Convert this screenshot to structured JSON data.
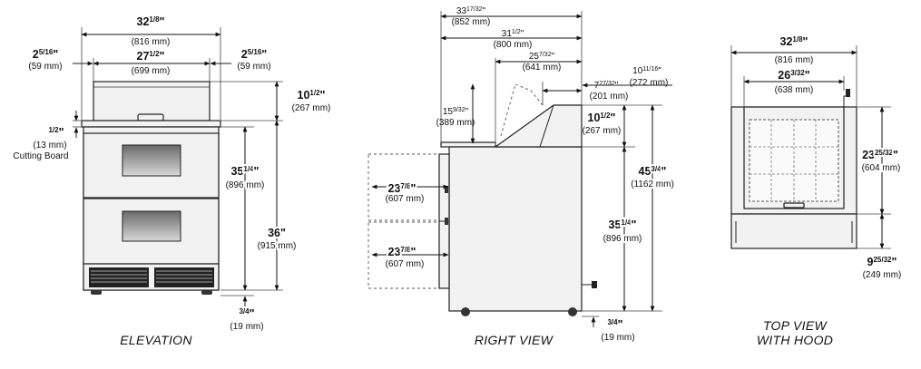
{
  "views": {
    "elevation": {
      "caption": "ELEVATION",
      "dims": {
        "overall_width": {
          "main": "32",
          "frac": "1/8",
          "unit": "\"",
          "mm": "(816 mm)"
        },
        "inner_width": {
          "main": "27",
          "frac": "1/2",
          "unit": "\"",
          "mm": "(699 mm)"
        },
        "left_offset": {
          "main": "2",
          "frac": "5/16",
          "unit": "\"",
          "mm": "(59 mm)"
        },
        "right_offset": {
          "main": "2",
          "frac": "5/16",
          "unit": "\"",
          "mm": "(59 mm)"
        },
        "hood_height": {
          "main": "10",
          "frac": "1/2",
          "unit": "\"",
          "mm": "(267 mm)"
        },
        "cutting_board": {
          "main": "",
          "frac": "1/2",
          "unit": "\"",
          "mm": "(13 mm)",
          "label": "Cutting Board"
        },
        "cabinet_height": {
          "main": "35",
          "frac": "1/4",
          "unit": "\"",
          "mm": "(896 mm)"
        },
        "work_height": {
          "main": "36",
          "frac": "",
          "unit": "\"",
          "mm": "(915 mm)"
        },
        "caster": {
          "main": "",
          "frac": "3/4",
          "unit": "\"",
          "mm": "(19 mm)"
        }
      }
    },
    "right_view": {
      "caption": "RIGHT VIEW",
      "dims": {
        "total_depth": {
          "main": "33",
          "frac": "17/32",
          "unit": "\"",
          "mm": "(852 mm)"
        },
        "depth_31": {
          "main": "31",
          "frac": "1/2",
          "unit": "\"",
          "mm": "(800 mm)"
        },
        "depth_25": {
          "main": "25",
          "frac": "7/32",
          "unit": "\"",
          "mm": "(641 mm)"
        },
        "depth_10": {
          "main": "10",
          "frac": "11/16",
          "unit": "\"",
          "mm": "(272 mm)"
        },
        "depth_7": {
          "main": "7",
          "frac": "27/32",
          "unit": "\"",
          "mm": "(201 mm)"
        },
        "lid_open": {
          "main": "15",
          "frac": "9/32",
          "unit": "\"",
          "mm": "(389 mm)"
        },
        "hood_height": {
          "main": "10",
          "frac": "1/2",
          "unit": "\"",
          "mm": "(267 mm)"
        },
        "drawer_upper": {
          "main": "23",
          "frac": "7/8",
          "unit": "\"",
          "mm": "(607 mm)"
        },
        "drawer_lower": {
          "main": "23",
          "frac": "7/8",
          "unit": "\"",
          "mm": "(607 mm)"
        },
        "overall_height": {
          "main": "45",
          "frac": "3/4",
          "unit": "\"",
          "mm": "(1162 mm)"
        },
        "cabinet_height": {
          "main": "35",
          "frac": "1/4",
          "unit": "\"",
          "mm": "(896 mm)"
        },
        "caster": {
          "main": "",
          "frac": "3/4",
          "unit": "\"",
          "mm": "(19 mm)"
        }
      }
    },
    "top_view": {
      "caption_line1": "TOP VIEW",
      "caption_line2": "WITH HOOD",
      "dims": {
        "overall_width": {
          "main": "32",
          "frac": "1/8",
          "unit": "\"",
          "mm": "(816 mm)"
        },
        "inner_width": {
          "main": "26",
          "frac": "3/32",
          "unit": "\"",
          "mm": "(638 mm)"
        },
        "depth_upper": {
          "main": "23",
          "frac": "25/32",
          "unit": "\"",
          "mm": "(604 mm)"
        },
        "depth_lower": {
          "main": "9",
          "frac": "25/32",
          "unit": "\"",
          "mm": "(249 mm)"
        }
      }
    }
  }
}
